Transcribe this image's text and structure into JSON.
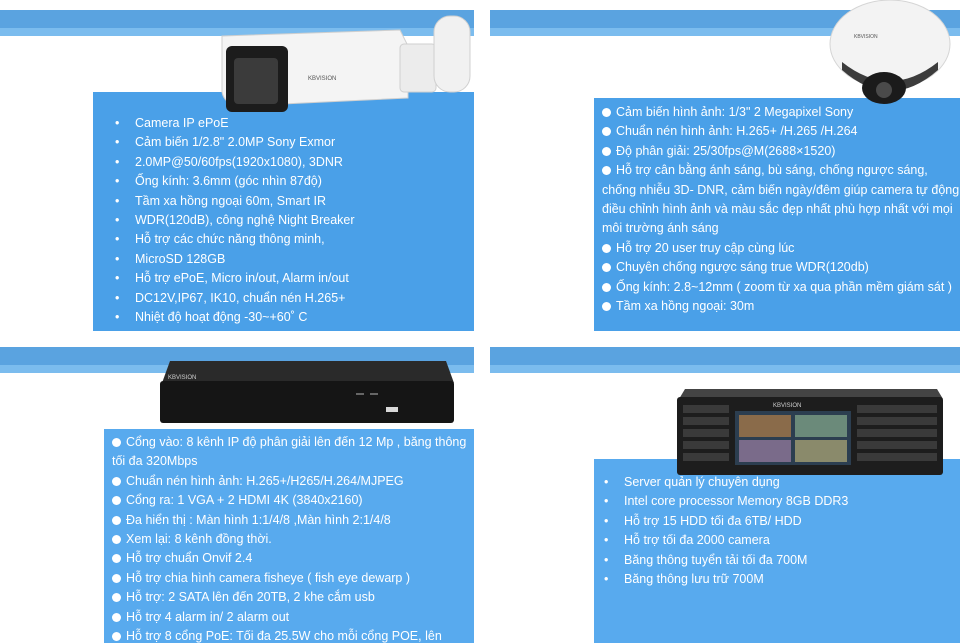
{
  "colors": {
    "panel_blue": "#4aa0e8",
    "stripe_blue": "#5aa3e0",
    "text": "#ffffff"
  },
  "ip_bullet_camera": {
    "brand_mark": "KBVISION",
    "specs": [
      "Camera IP ePoE",
      "Cảm biến 1/2.8\" 2.0MP Sony Exmor",
      "2.0MP@50/60fps(1920x1080), 3DNR",
      "Ống kính:  3.6mm (góc nhìn  87độ)",
      "Tầm xa hồng ngoại 60m, Smart IR",
      "WDR(120dB), công nghệ Night Breaker",
      "Hỗ trợ các chức năng thông minh,",
      "MicroSD 128GB",
      "Hỗ trợ ePoE, Micro in/out, Alarm in/out",
      "DC12V,IP67, IK10, chuẩn nén H.265+",
      "Nhiệt độ hoạt động -30~+60˚ C"
    ]
  },
  "ip_dome_camera": {
    "brand_mark": "KBVISION",
    "specs": [
      "Cảm biến hình  ảnh:  1/3\" 2 Megapixel Sony",
      "Chuẩn nén hình  ảnh: H.265+ /H.265 /H.264",
      "Độ phân giải: 25/30fps@M(2688×1520)",
      "Hỗ trợ cân bằng ánh sáng, bù sáng, chống ngược sáng, chống nhiễu 3D- DNR, cảm biến ngày/đêm giúp camera tự động điều chỉnh hình  ảnh và màu sắc đẹp nhất phù hợp nhất với mọi môi trường ánh sáng",
      "Hỗ trợ 20 user truy  cập cùng lúc",
      "Chuyên  chống ngược sáng true WDR(120db)",
      "Ống kính:  2.8~12mm ( zoom từ xa qua phần mềm giám sát )",
      "Tầm xa hồng ngoại: 30m"
    ]
  },
  "nvr_recorder": {
    "brand_mark": "KBVISION",
    "specs": [
      "Cổng vào: 8 kênh IP độ phân giải lên đến 12 Mp , băng thông tối đa 320Mbps",
      "Chuẩn nén hình  ảnh: H.265+/H265/H.264/MJPEG",
      "Cổng ra: 1 VGA + 2 HDMI 4K (3840x2160)",
      "Đa hiển thị : Màn hình   1:1/4/8 ,Màn hình  2:1/4/8",
      "Xem lại: 8 kênh đồng thời.",
      "Hỗ trợ chuẩn  Onvif  2.4",
      "Hỗ trợ chia hình  camera fisheye  ( fish eye dewarp )",
      "Hỗ trợ: 2 SATA  lên đến 20TB, 2 khe cắm usb",
      "Hỗ trợ 4 alarm in/  2 alarm out",
      "Hỗ trợ 8 cổng PoE: Tối đa 25.5W cho mỗi cổng POE, lên"
    ]
  },
  "management_server": {
    "brand_mark": "KBVISION",
    "specs": [
      "Server quản lý chuyên  dụng",
      "Intel  core processor Memory  8GB DDR3",
      "Hỗ trợ 15 HDD tối đa 6TB/ HDD",
      "Hỗ trợ tối đa 2000 camera",
      "Băng thông tuyển tải tối đa 700M",
      "Băng thông lưu trữ  700M"
    ]
  }
}
